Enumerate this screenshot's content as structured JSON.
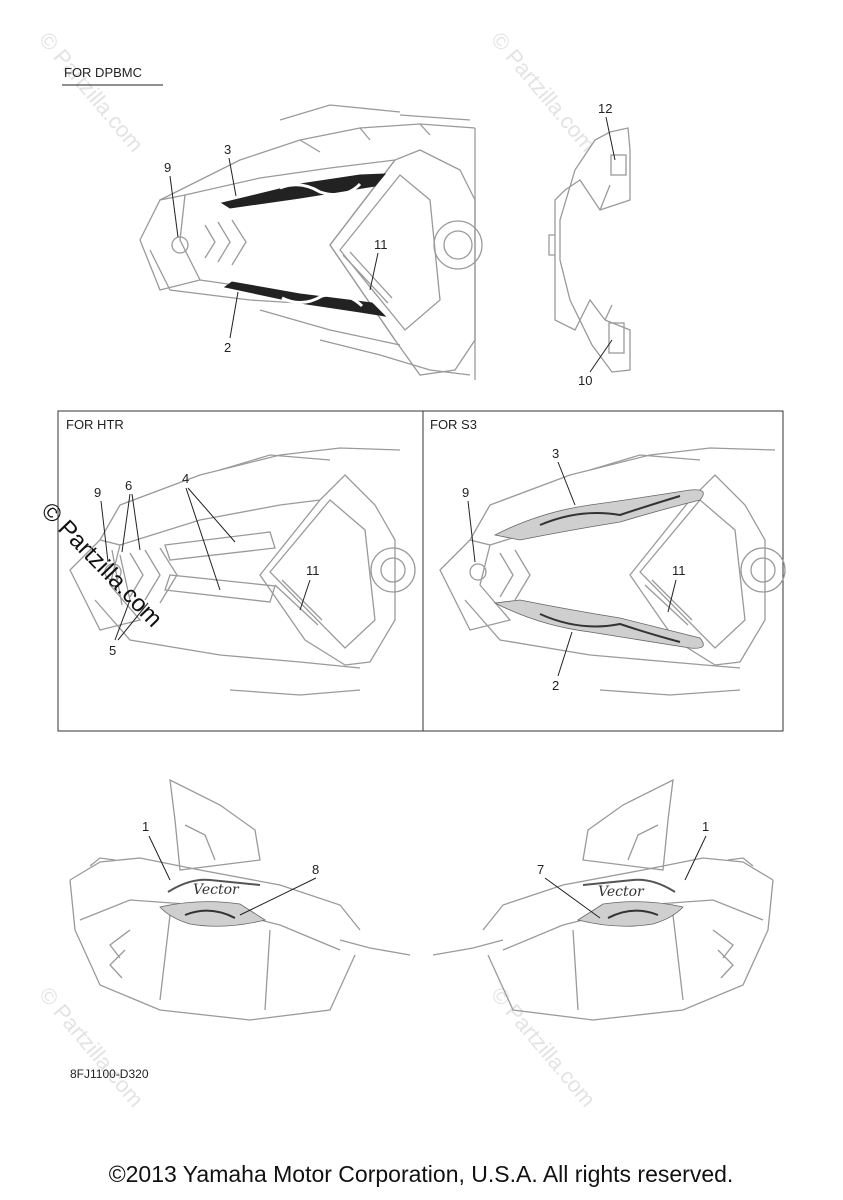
{
  "sections": {
    "dpbmc": "FOR DPBMC",
    "htr": "FOR HTR",
    "s3": "FOR S3"
  },
  "callouts": {
    "dpbmc": [
      "3",
      "9",
      "11",
      "2",
      "12",
      "10"
    ],
    "htr": [
      "9",
      "6",
      "4",
      "11",
      "5"
    ],
    "s3": [
      "3",
      "9",
      "11",
      "2"
    ],
    "side_left": [
      "1",
      "8"
    ],
    "side_right": [
      "1",
      "7"
    ]
  },
  "watermark": "© Partzilla.com",
  "drawing_code": "8FJ1100-D320",
  "copyright": "©2013 Yamaha Motor Corporation, U.S.A. All rights reserved."
}
